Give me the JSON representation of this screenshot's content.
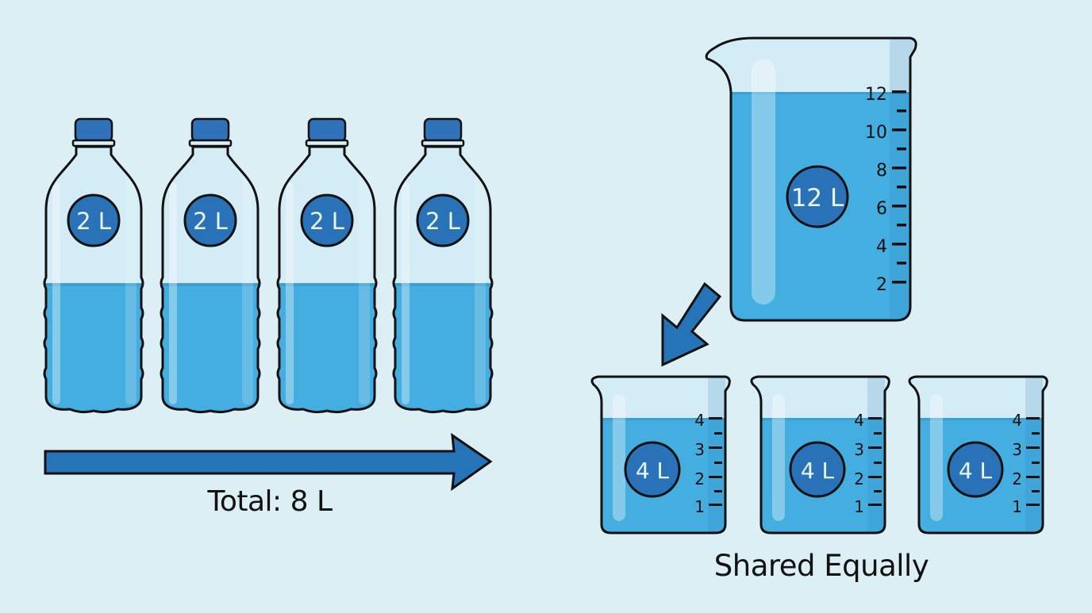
{
  "colors": {
    "background": "#dceff5",
    "water": "#45aee0",
    "water_dark": "#3a9fd4",
    "glass": "#d4ecf6",
    "label_fill": "#2a72b8",
    "arrow": "#2674b8",
    "cap": "#2f72b9",
    "outline": "#111111"
  },
  "left_group": {
    "bottles": [
      {
        "label": "2 L",
        "volume_liters": 2
      },
      {
        "label": "2 L",
        "volume_liters": 2
      },
      {
        "label": "2 L",
        "volume_liters": 2
      },
      {
        "label": "2 L",
        "volume_liters": 2
      }
    ],
    "arrow_direction": "right",
    "caption": "Total: 8 L"
  },
  "large_beaker": {
    "label": "12 L",
    "scale_labels": [
      "12",
      "10",
      "8",
      "6",
      "4",
      "2"
    ]
  },
  "pour_arrow": {
    "direction": "down-left"
  },
  "small_beakers": [
    {
      "label": "4 L",
      "scale_labels": [
        "4",
        "3",
        "2",
        "1"
      ]
    },
    {
      "label": "4 L",
      "scale_labels": [
        "4",
        "3",
        "2",
        "1"
      ]
    },
    {
      "label": "4 L",
      "scale_labels": [
        "4",
        "3",
        "2",
        "1"
      ]
    }
  ],
  "right_group": {
    "caption": "Shared Equally"
  }
}
